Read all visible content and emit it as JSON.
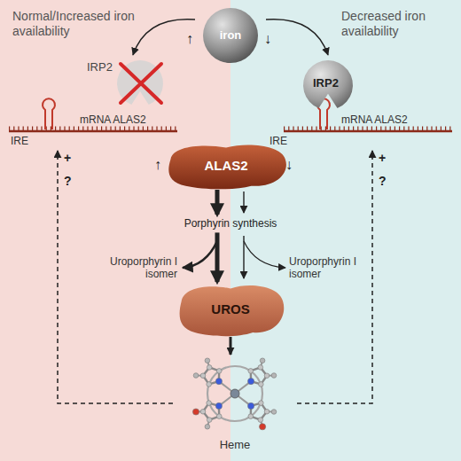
{
  "diagram": {
    "nodes": [
      {
        "text": [
          "iron"
        ]
      },
      {
        "text": [
          "IRP2"
        ]
      },
      {
        "text": [
          "IRP2"
        ]
      },
      {
        "text": [
          "mRNA ALAS2",
          "IRE"
        ]
      },
      {
        "text": [
          "mRNA ALAS2",
          "IRE"
        ]
      },
      {
        "text": [
          "ALAS2"
        ]
      },
      {
        "text": [
          "UROS"
        ]
      },
      {
        "text": [
          "Heme"
        ]
      }
    ],
    "edges": [
      {
        "from": 0,
        "to": 1,
        "arrow": "to"
      },
      {
        "from": 0,
        "to": 2,
        "arrow": "to"
      },
      {
        "from": 5,
        "to": 6,
        "label": "Porphyrin synthesis",
        "arrow": "to"
      },
      {
        "from": 6,
        "to": 7,
        "arrow": "to"
      },
      {
        "from": 7,
        "to": 3,
        "label": "?",
        "arrow": "to"
      },
      {
        "from": 7,
        "to": 4,
        "label": "?",
        "arrow": "to"
      }
    ],
    "labels": [
      "Normal/Increased iron availability",
      "Decreased iron availability",
      "↑",
      "↓",
      "↑",
      "↓",
      "Uroporphyrin I isomer",
      "Uroporphyrin I isomer",
      "+",
      "+"
    ]
  }
}
